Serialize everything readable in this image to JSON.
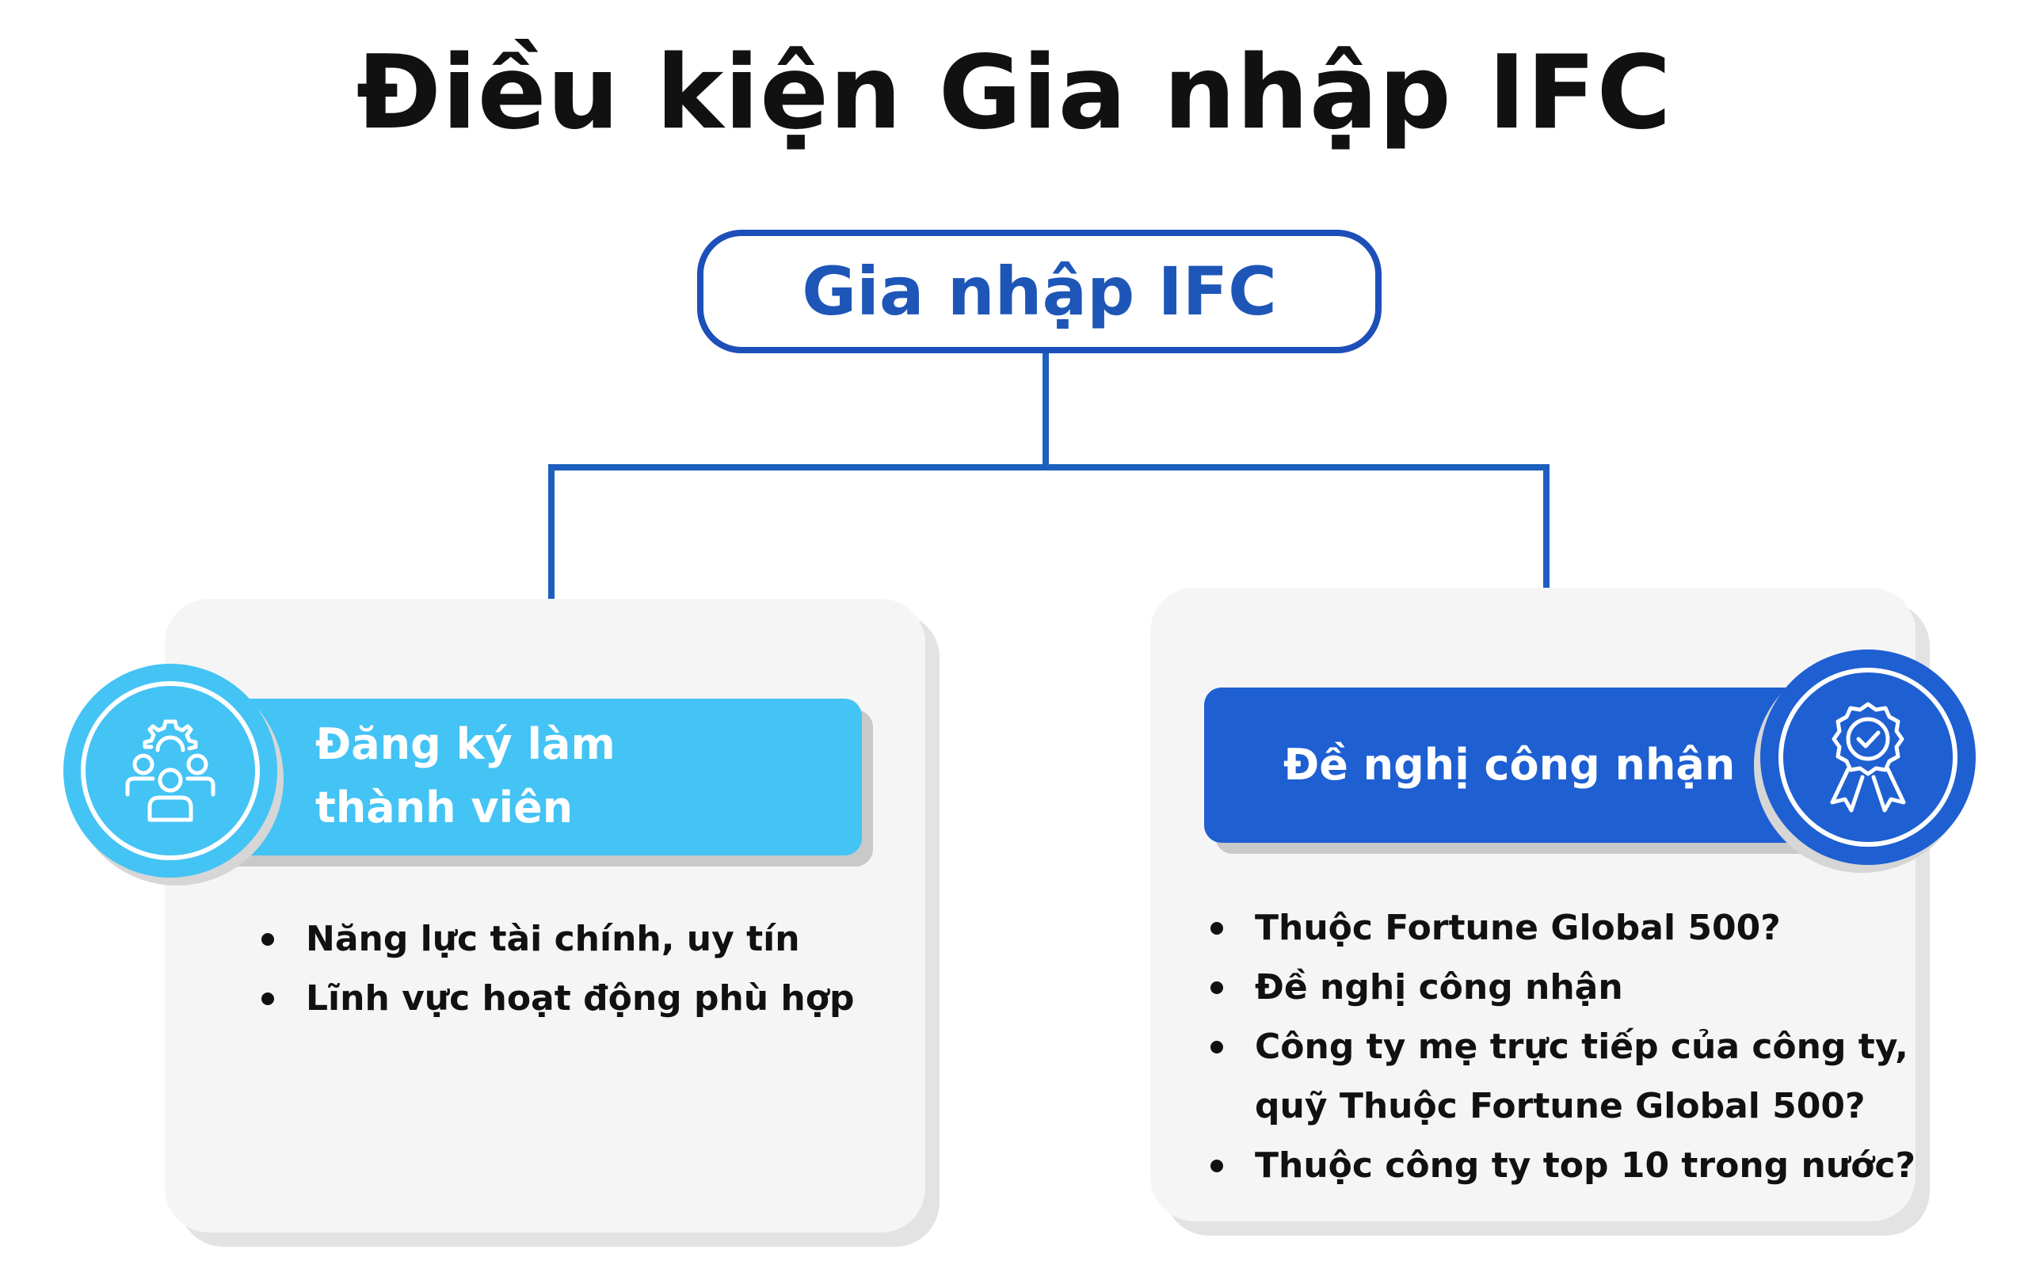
{
  "title": "Điều kiện Gia nhập IFC",
  "root": {
    "label": "Gia nhập IFC"
  },
  "branches": [
    {
      "heading_line1": "Đăng ký làm",
      "heading_line2": "thành viên",
      "icon": "team-gear-icon",
      "items": [
        "Năng lực tài chính, uy tín",
        "Lĩnh vực hoạt động phù hợp"
      ]
    },
    {
      "heading": "Đề nghị công nhận",
      "icon": "award-badge-icon",
      "items": [
        "Thuộc Fortune Global 500?",
        "Đề nghị công nhận",
        "Công ty mẹ trực tiếp của công ty,",
        "quỹ Thuộc Fortune Global 500?",
        "Thuộc công ty top 10 trong nước?"
      ]
    }
  ],
  "colors": {
    "primary_blue": "#1e5fd2",
    "root_border": "#1d4fb8",
    "light_blue": "#44c3f5",
    "card_bg": "#f5f5f5",
    "connector": "#1d5fbf",
    "text": "#111111"
  }
}
